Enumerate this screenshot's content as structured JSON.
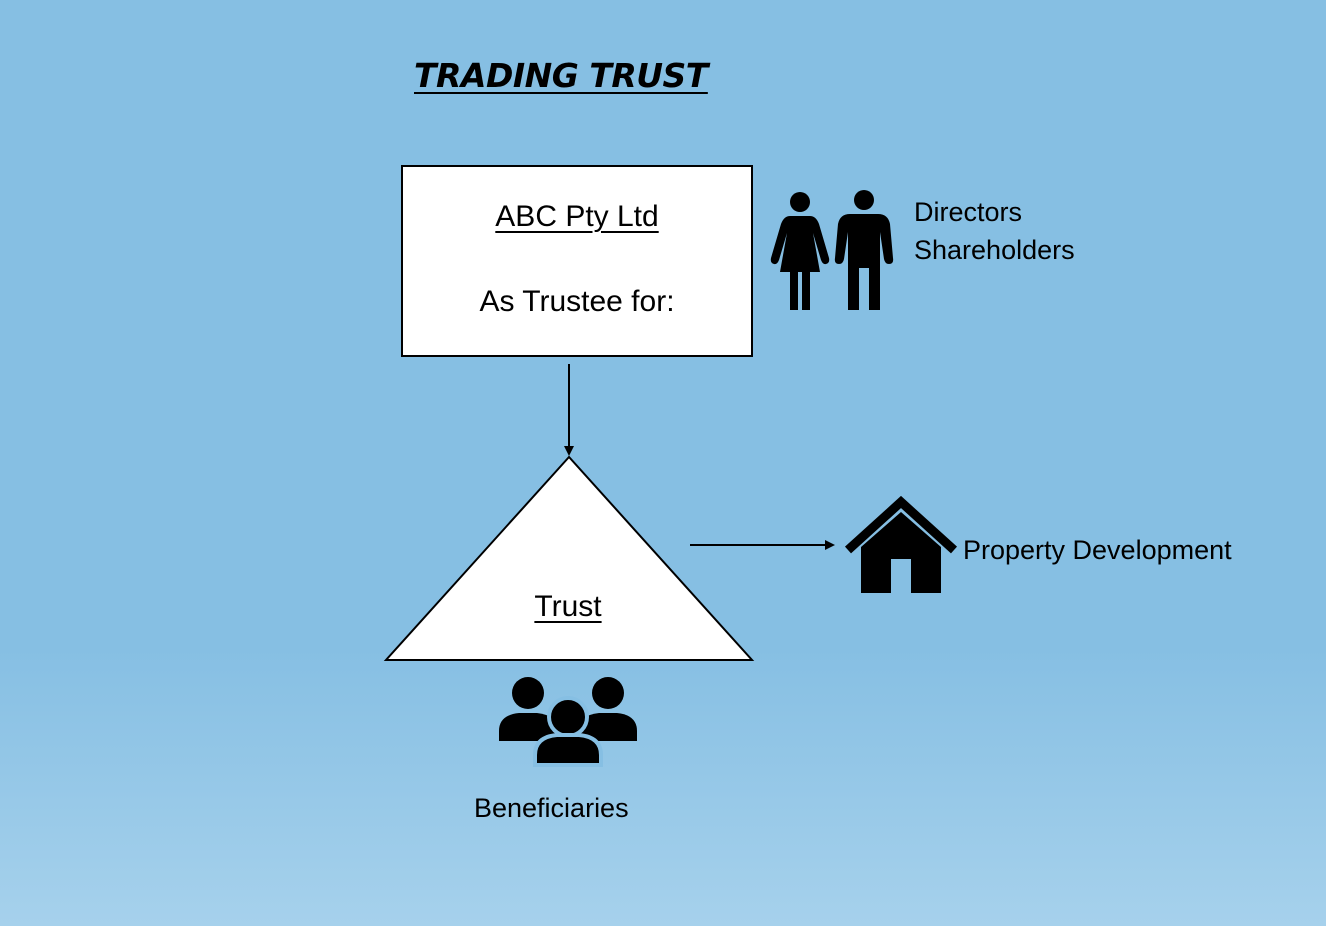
{
  "diagram": {
    "title": "TRADING TRUST",
    "trustee": {
      "name": "ABC Pty Ltd",
      "role": "As Trustee for:"
    },
    "controllers": {
      "line1": "Directors",
      "line2": "Shareholders",
      "icon": "man-woman-icon"
    },
    "trust": {
      "label": "Trust"
    },
    "activity": {
      "label": "Property Development",
      "icon": "house-icon"
    },
    "beneficiaries": {
      "label": "Beneficiaries",
      "icon": "group-people-icon"
    },
    "colors": {
      "background": "#86bfe3",
      "box_fill": "#ffffff",
      "stroke": "#000000"
    }
  }
}
